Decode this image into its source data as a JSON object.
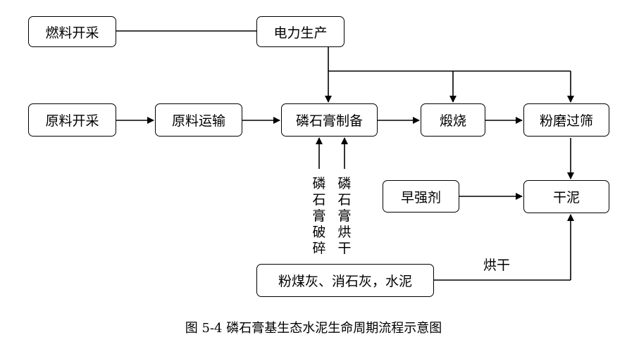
{
  "nodes": {
    "fuel_mining": "燃料开采",
    "power_production": "电力生产",
    "raw_material_mining": "原料开采",
    "raw_material_transport": "原料运输",
    "phosphogypsum_preparation": "磷石膏制备",
    "calcination": "煅烧",
    "grinding_sieving": "粉磨过筛",
    "early_strength_agent": "早强剂",
    "dry_cement": "干泥",
    "fly_ash_lime_cement": "粉煤灰、消石灰，水泥"
  },
  "inputs": {
    "crushing": "磷石膏破碎",
    "drying": "磷石膏烘干"
  },
  "edge_labels": {
    "drying": "烘干"
  },
  "caption": "图 5-4  磷石膏基生态水泥生命周期流程示意图"
}
